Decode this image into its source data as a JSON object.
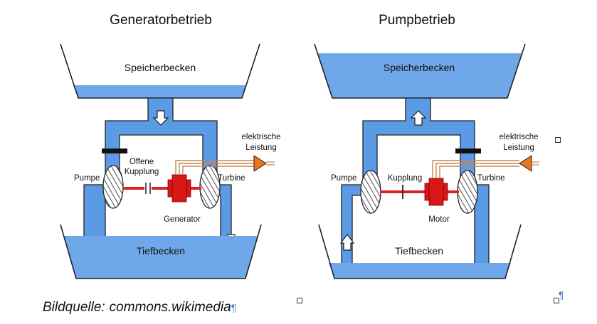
{
  "left": {
    "title": "Generatorbetrieb",
    "upper_basin": "Speicherbecken",
    "lower_basin": "Tiefbecken",
    "pump": "Pumpe",
    "coupling": "Offene\nKupplung",
    "turbine": "Turbine",
    "machine": "Generator",
    "power": "elektrische\nLeistung"
  },
  "right": {
    "title": "Pumpbetrieb",
    "upper_basin": "Speicherbecken",
    "lower_basin": "Tiefbecken",
    "pump": "Pumpe",
    "coupling": "Kupplung",
    "turbine": "Turbine",
    "machine": "Motor",
    "power": "elektrische\nLeistung"
  },
  "caption": {
    "prefix": "Bildquelle:",
    "source": "commons.wikimedia",
    "pilcrow": "¶"
  },
  "colors": {
    "water": "#6fa8ea",
    "pipe": "#5b9be6",
    "shaft": "#e02020",
    "machine": "#d81818",
    "power_arrow": "#e8741c",
    "wire": "#c8854a"
  }
}
